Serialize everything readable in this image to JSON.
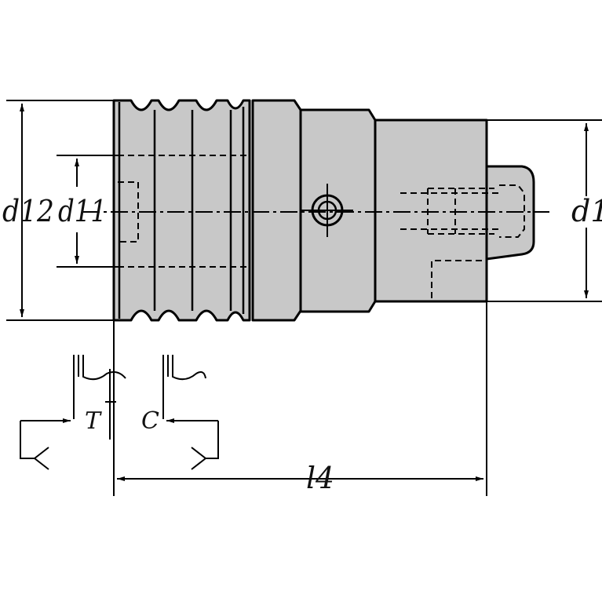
{
  "drawing": {
    "colors": {
      "body_fill": "#c8c8c8",
      "outline": "#000000",
      "background": "#ffffff"
    },
    "labels": {
      "d12": "d12",
      "d11": "d11",
      "d1": "d1",
      "T": "T",
      "C": "C",
      "l4": "l4"
    }
  }
}
